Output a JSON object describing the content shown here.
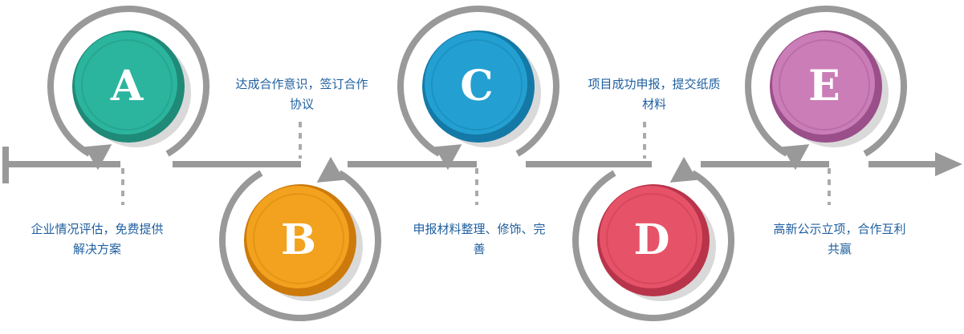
{
  "steps": [
    {
      "letter": "A",
      "color": "#2bb59e",
      "dark": "#1f8a78",
      "text": [
        "企业情况评估，免费提供",
        "解决方案"
      ]
    },
    {
      "letter": "B",
      "color": "#f2a21e",
      "dark": "#cc7a0c",
      "text": [
        "达成合作意识，签订合作",
        "协议"
      ]
    },
    {
      "letter": "C",
      "color": "#23a0d1",
      "dark": "#1479a6",
      "text": [
        "申报材料整理、修饰、完",
        "善"
      ]
    },
    {
      "letter": "D",
      "color": "#e65368",
      "dark": "#b8344a",
      "text": [
        "项目成功申报，提交纸质",
        "材料"
      ]
    },
    {
      "letter": "E",
      "color": "#cb7db7",
      "dark": "#9a4f8a",
      "text": [
        "高新公示立项，合作互利",
        "共赢"
      ]
    }
  ],
  "colors": {
    "line": "#999999",
    "dash": "#aaaaaa",
    "caption": "#1f5f9f"
  }
}
